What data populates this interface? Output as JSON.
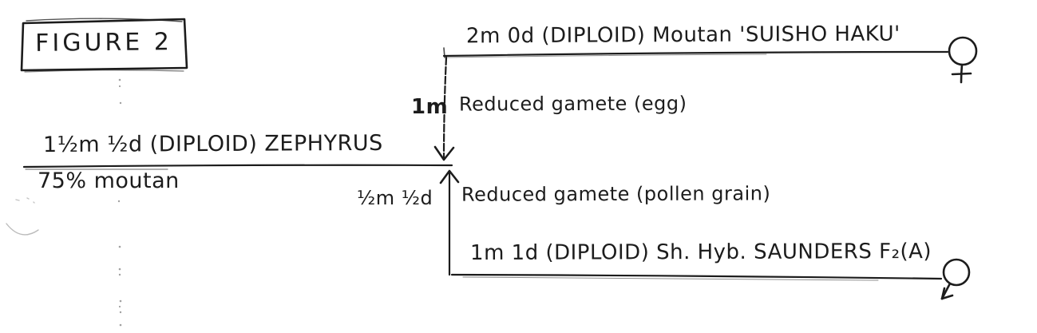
{
  "figure_label": "FIGURE 2",
  "ink_color": "#1c1c1c",
  "female_parent": {
    "label": "2m 0d (DIPLOID) Moutan 'SUISHO HAKU'",
    "symbol": "female"
  },
  "egg_gamete": {
    "contribution": "1m",
    "label": "Reduced gamete (egg)"
  },
  "offspring": {
    "label": "1½m ½d (DIPLOID) ZEPHYRUS",
    "note": "75% moutan"
  },
  "pollen_gamete": {
    "contribution": "½m ½d",
    "label": "Reduced gamete (pollen grain)"
  },
  "male_parent": {
    "label": "1m 1d (DIPLOID) Sh. Hyb. SAUNDERS F₂(A)",
    "symbol": "male"
  }
}
